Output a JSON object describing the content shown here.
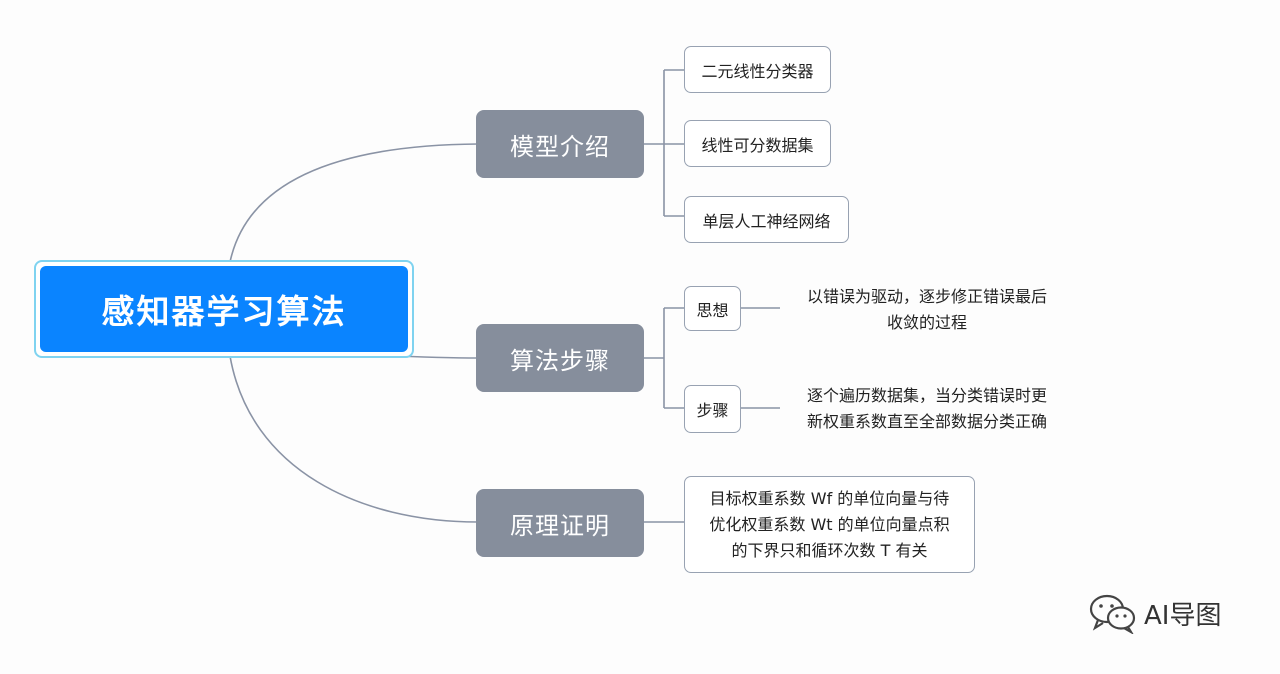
{
  "root": {
    "label": "感知器学习算法"
  },
  "branches": [
    {
      "label": "模型介绍",
      "children": [
        "二元线性分类器",
        "线性可分数据集",
        "单层人工神经网络"
      ]
    },
    {
      "label": "算法步骤",
      "children": [
        {
          "label": "思想",
          "note": [
            "以错误为驱动，逐步修正错误最后",
            "收敛的过程"
          ]
        },
        {
          "label": "步骤",
          "note": [
            "逐个遍历数据集，当分类错误时更",
            "新权重系数直至全部数据分类正确"
          ]
        }
      ]
    },
    {
      "label": "原理证明",
      "children": [
        [
          "目标权重系数 Wf 的单位向量与待",
          "优化权重系数 Wt 的单位向量点积",
          "的下界只和循环次数 T 有关"
        ]
      ]
    }
  ],
  "watermark": {
    "text": "AI导图",
    "icon": "wechat-icon"
  },
  "colors": {
    "root": "#0a84ff",
    "branch": "#868e9c",
    "line": "#8a93a5",
    "leaf_border": "#98a2b2"
  }
}
